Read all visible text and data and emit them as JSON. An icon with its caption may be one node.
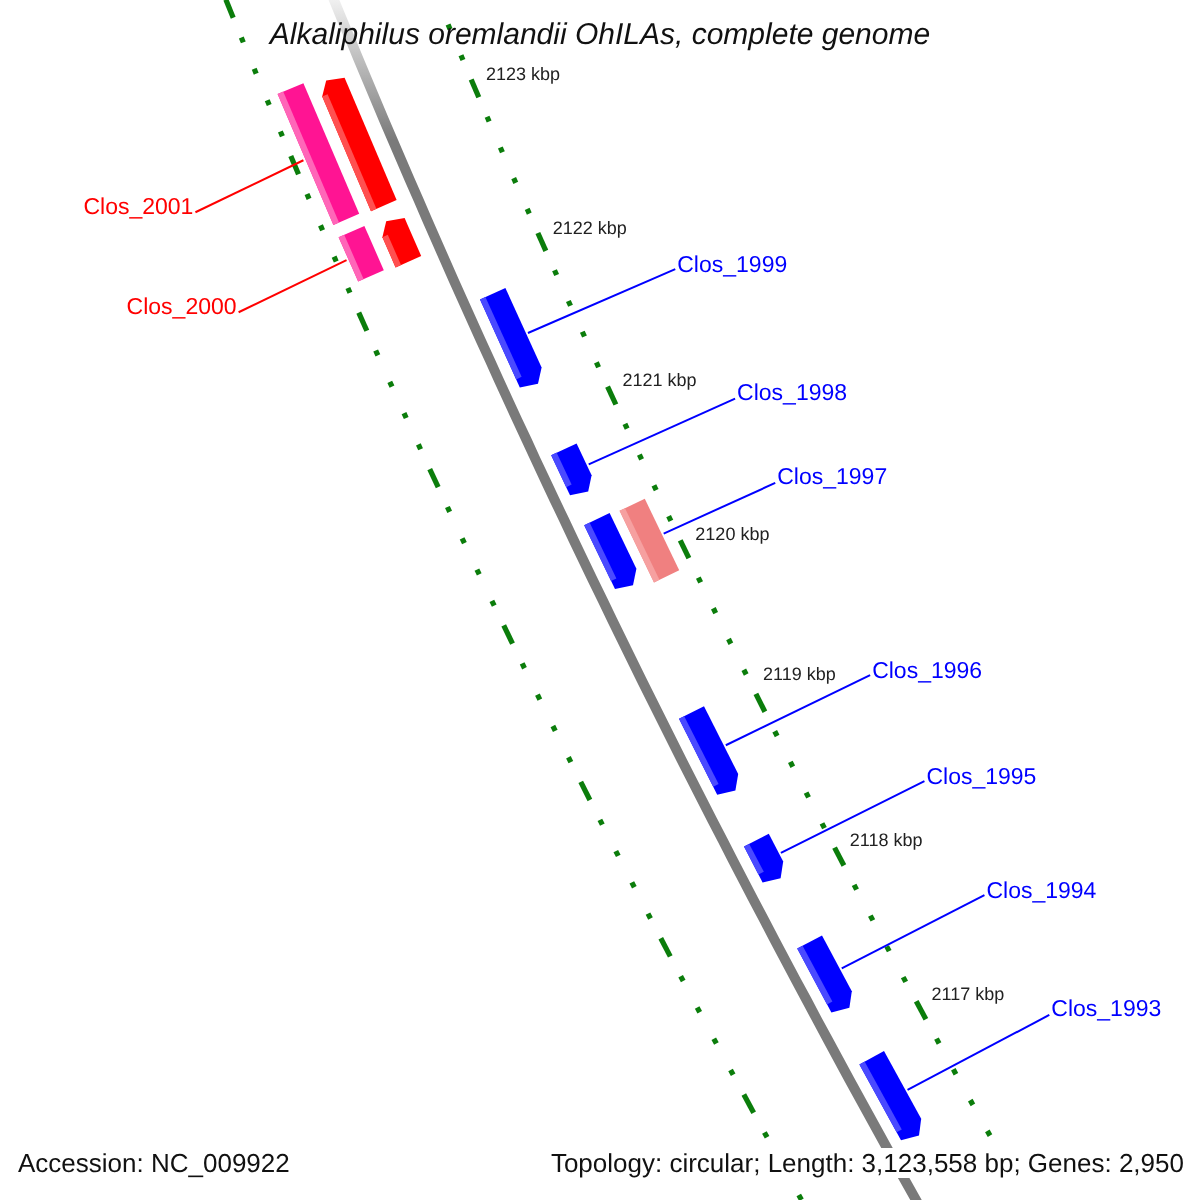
{
  "diagram": {
    "title": "Alkaliphilus oremlandii OhILAs, complete genome",
    "nodes": [
      {
        "text": [
          "Clos_2001"
        ]
      },
      {
        "text": [
          "Clos_2000"
        ]
      },
      {
        "text": [
          "Clos_1999"
        ]
      },
      {
        "text": [
          "Clos_1998"
        ]
      },
      {
        "text": [
          "Clos_1997"
        ]
      },
      {
        "text": [
          "Clos_1996"
        ]
      },
      {
        "text": [
          "Clos_1995"
        ]
      },
      {
        "text": [
          "Clos_1994"
        ]
      },
      {
        "text": [
          "Clos_1993"
        ]
      },
      {
        "text": [],
        "shape": "pentagon"
      },
      {
        "text": [],
        "shape": "box"
      },
      {
        "text": [],
        "shape": "pentagon"
      },
      {
        "text": [],
        "shape": "box"
      },
      {
        "text": [],
        "shape": "pentagon"
      },
      {
        "text": [],
        "shape": "pentagon"
      },
      {
        "text": [],
        "shape": "box"
      },
      {
        "text": [],
        "shape": "pentagon"
      },
      {
        "text": [],
        "shape": "pentagon"
      },
      {
        "text": [],
        "shape": "pentagon"
      },
      {
        "text": [],
        "shape": "pentagon"
      },
      {
        "text": [],
        "shape": "pentagon"
      }
    ],
    "edges": [
      {
        "from": 0,
        "to": 10,
        "arrow": "none",
        "color": "#ff0000"
      },
      {
        "from": 1,
        "to": 12,
        "arrow": "none",
        "color": "#ff0000"
      },
      {
        "from": 2,
        "to": 13,
        "arrow": "none"
      },
      {
        "from": 3,
        "to": 14,
        "arrow": "none"
      },
      {
        "from": 4,
        "to": 15,
        "arrow": "none"
      },
      {
        "from": 5,
        "to": 17,
        "arrow": "none"
      },
      {
        "from": 6,
        "to": 18,
        "arrow": "none"
      },
      {
        "from": 7,
        "to": 19,
        "arrow": "none"
      },
      {
        "from": 8,
        "to": 20,
        "arrow": "none"
      }
    ],
    "labels": [
      "2123 kbp",
      "2122 kbp",
      "2121 kbp",
      "2120 kbp",
      "2119 kbp",
      "2118 kbp",
      "2117 kbp",
      "Accession: NC_009922",
      "Topology: circular; Length: 3,123,558 bp; Genes: 2,950"
    ]
  }
}
